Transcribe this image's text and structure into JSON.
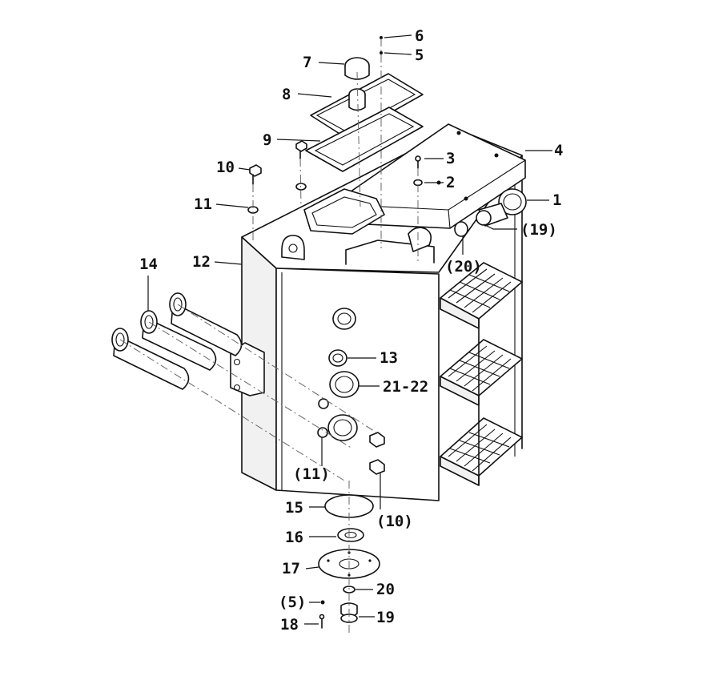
{
  "labels": {
    "l1": "1",
    "l2": "2",
    "l3": "3",
    "l4": "4",
    "l5": "5",
    "l6": "6",
    "l7": "7",
    "l8": "8",
    "l9": "9",
    "l10": "10",
    "l11": "11",
    "l12": "12",
    "l13": "13",
    "l14": "14",
    "l15": "15",
    "l16": "16",
    "l17": "17",
    "l18": "18",
    "l19": "19",
    "l20": "20",
    "l21_22": "21-22",
    "p19": "(19)",
    "p20": "(20)",
    "p11": "(11)",
    "p10": "(10)",
    "p5": "(5)"
  }
}
